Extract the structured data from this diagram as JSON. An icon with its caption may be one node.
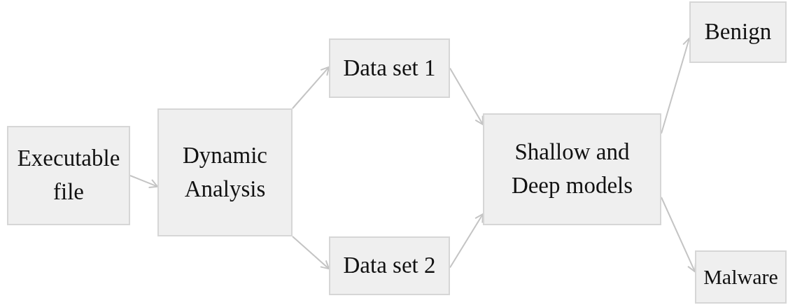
{
  "diagram": {
    "nodes": [
      {
        "text": [
          "Executable file"
        ]
      },
      {
        "text": [
          "Dynamic Analysis"
        ]
      },
      {
        "text": [
          "Data set 1"
        ]
      },
      {
        "text": [
          "Data set 2"
        ]
      },
      {
        "text": [
          "Shallow and Deep models"
        ]
      },
      {
        "text": [
          "Benign"
        ]
      },
      {
        "text": [
          "Malware"
        ]
      }
    ],
    "edges": [
      {
        "from": 0,
        "to": 1,
        "arrow": "to"
      },
      {
        "from": 1,
        "to": 2,
        "arrow": "to"
      },
      {
        "from": 1,
        "to": 3,
        "arrow": "to"
      },
      {
        "from": 2,
        "to": 4,
        "arrow": "to"
      },
      {
        "from": 3,
        "to": 4,
        "arrow": "to"
      },
      {
        "from": 4,
        "to": 5,
        "arrow": "to"
      },
      {
        "from": 4,
        "to": 6,
        "arrow": "to"
      }
    ]
  }
}
